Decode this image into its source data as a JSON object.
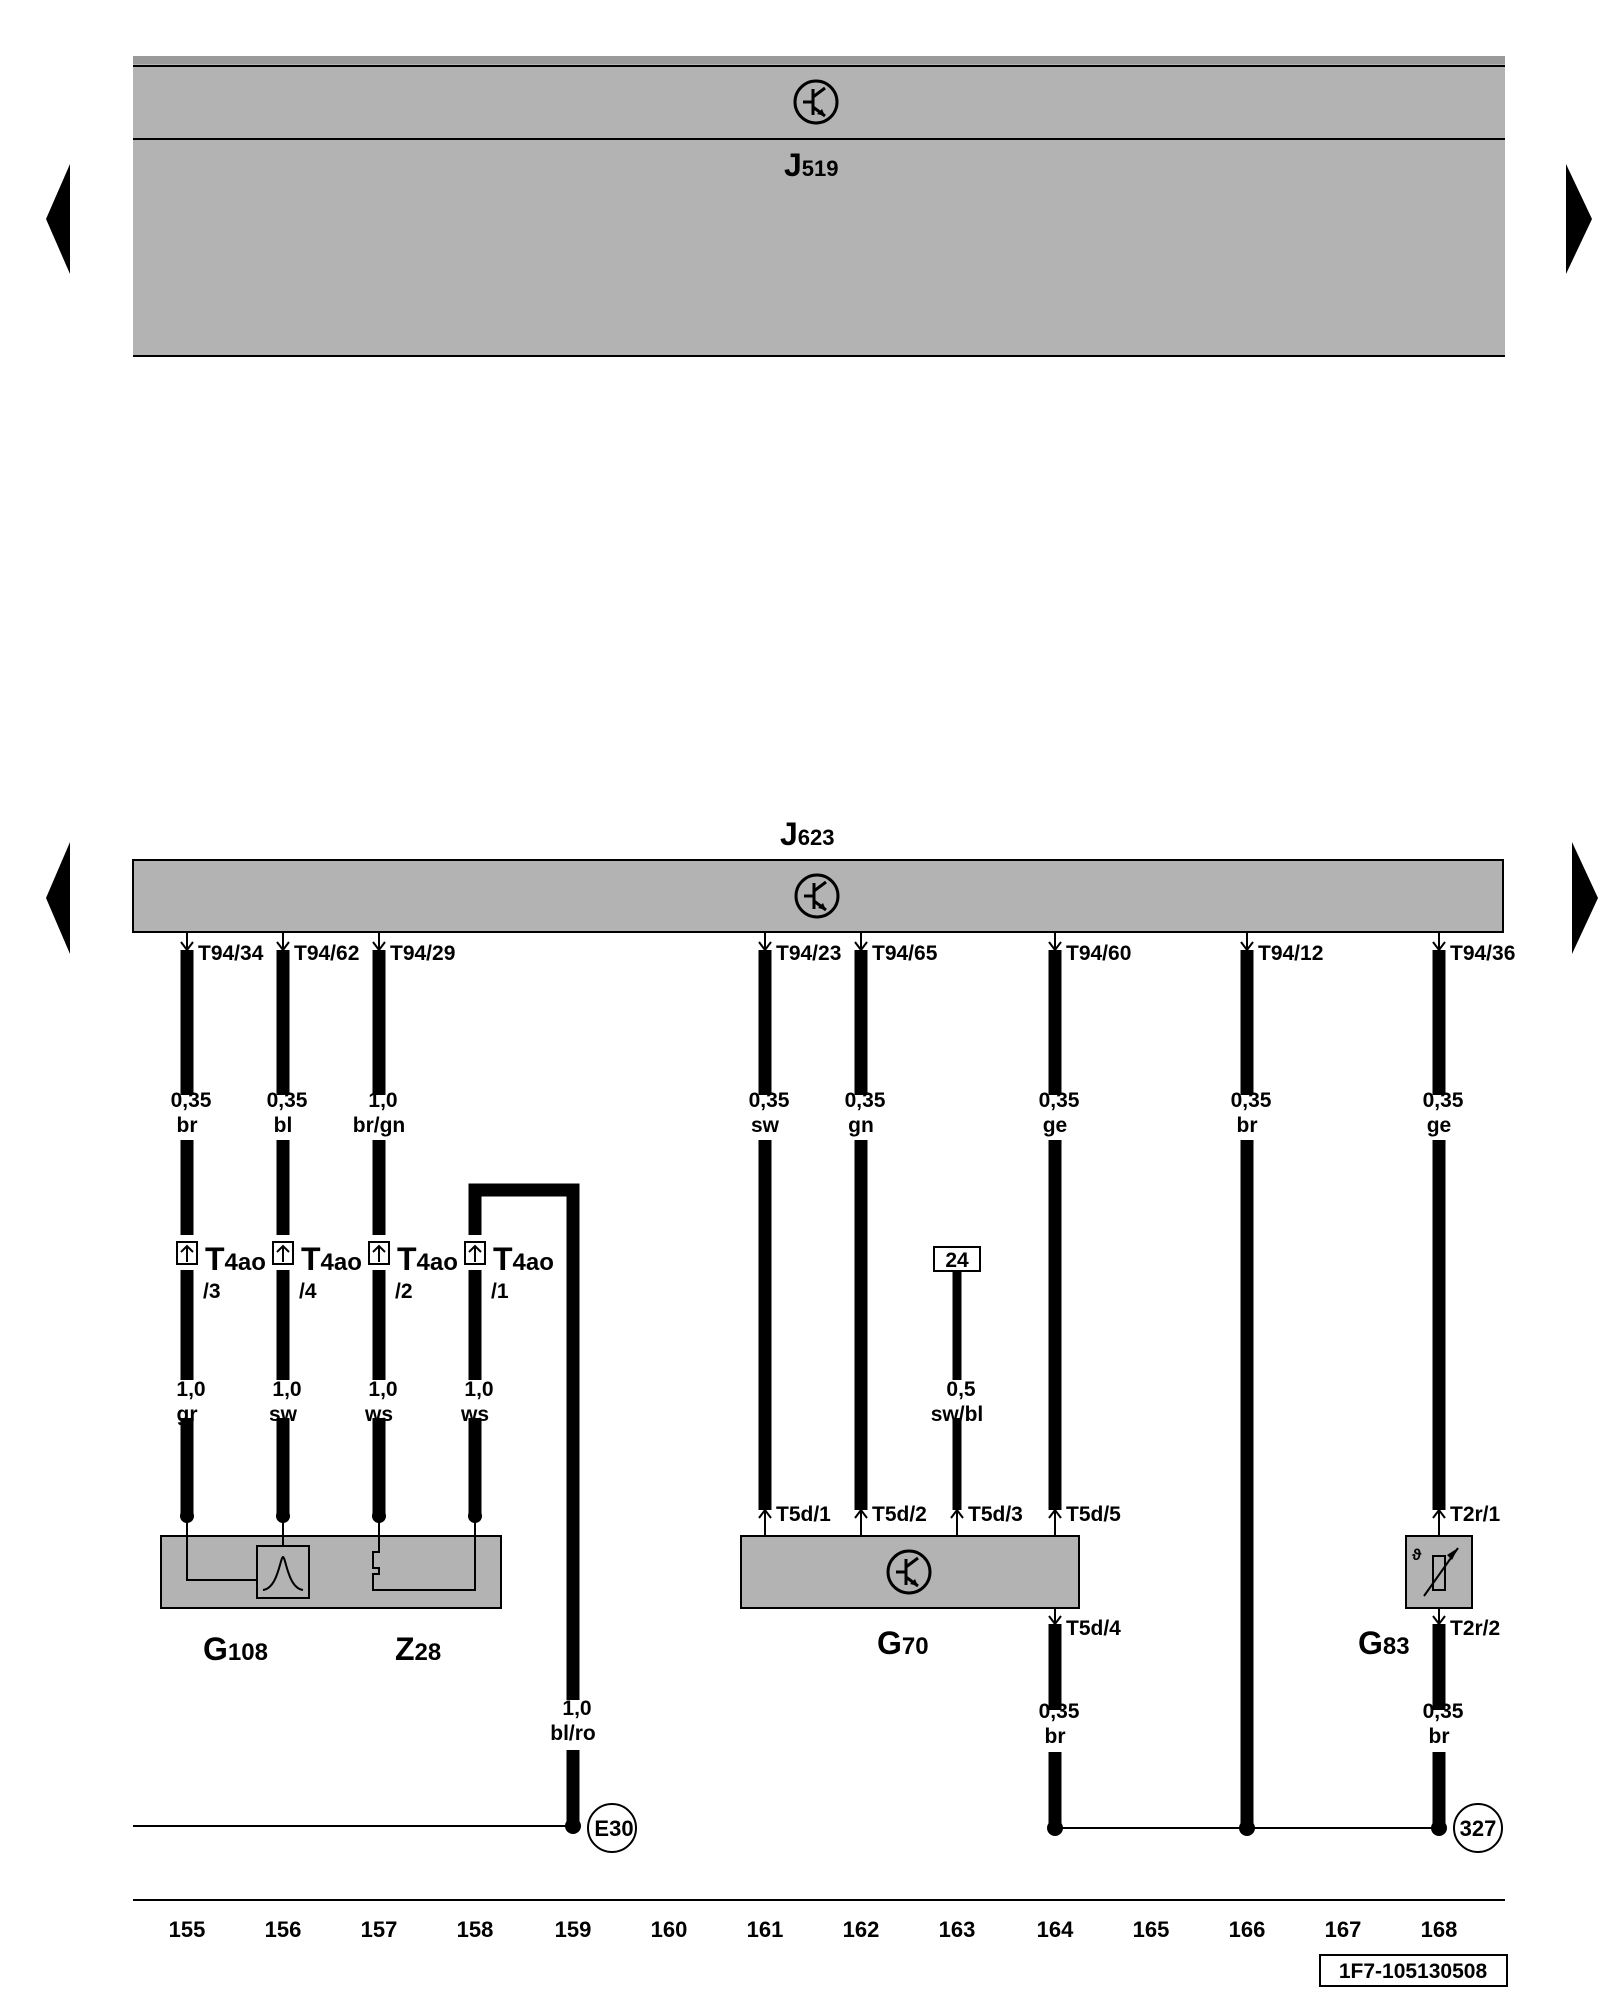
{
  "units": {
    "j519": {
      "name": "J",
      "sub": "519"
    },
    "j623": {
      "name": "J",
      "sub": "623"
    },
    "g108": {
      "name": "G",
      "sub": "108"
    },
    "z28": {
      "name": "Z",
      "sub": "28"
    },
    "g70": {
      "name": "G",
      "sub": "70"
    },
    "g83": {
      "name": "G",
      "sub": "83"
    }
  },
  "pins": {
    "t94_34": "T94/34",
    "t94_62": "T94/62",
    "t94_29": "T94/29",
    "t94_23": "T94/23",
    "t94_65": "T94/65",
    "t94_60": "T94/60",
    "t94_12": "T94/12",
    "t94_36": "T94/36",
    "t5d_1": "T5d/1",
    "t5d_2": "T5d/2",
    "t5d_3": "T5d/3",
    "t5d_5": "T5d/5",
    "t5d_4": "T5d/4",
    "t2r_1": "T2r/1",
    "t2r_2": "T2r/2"
  },
  "connectors": {
    "t4ao": {
      "name": "T",
      "sub": "4ao"
    },
    "pins": [
      "/3",
      "/4",
      "/2",
      "/1"
    ]
  },
  "wires_upper": [
    {
      "size": "0,35",
      "color": "br"
    },
    {
      "size": "0,35",
      "color": "bl"
    },
    {
      "size": "1,0",
      "color": "br/gn"
    },
    {
      "size": "0,35",
      "color": "sw"
    },
    {
      "size": "0,35",
      "color": "gn"
    },
    {
      "size": "0,35",
      "color": "ge"
    },
    {
      "size": "0,35",
      "color": "br"
    },
    {
      "size": "0,35",
      "color": "ge"
    }
  ],
  "wires_lower": [
    {
      "size": "1,0",
      "color": "gr"
    },
    {
      "size": "1,0",
      "color": "sw"
    },
    {
      "size": "1,0",
      "color": "ws"
    },
    {
      "size": "1,0",
      "color": "ws"
    },
    {
      "size": "0,5",
      "color": "sw/bl"
    },
    {
      "size": "1,0",
      "color": "bl/ro"
    },
    {
      "size": "0,35",
      "color": "br"
    },
    {
      "size": "0,35",
      "color": "br"
    }
  ],
  "ref_box": "24",
  "ground_refs": {
    "e30": "E30",
    "r327": "327"
  },
  "tracks": [
    "155",
    "156",
    "157",
    "158",
    "159",
    "160",
    "161",
    "162",
    "163",
    "164",
    "165",
    "166",
    "167",
    "168"
  ],
  "doc_id": "1F7-105130508",
  "colors": {
    "module_fill": "#b3b3b3",
    "line": "#000000",
    "background": "#ffffff"
  }
}
